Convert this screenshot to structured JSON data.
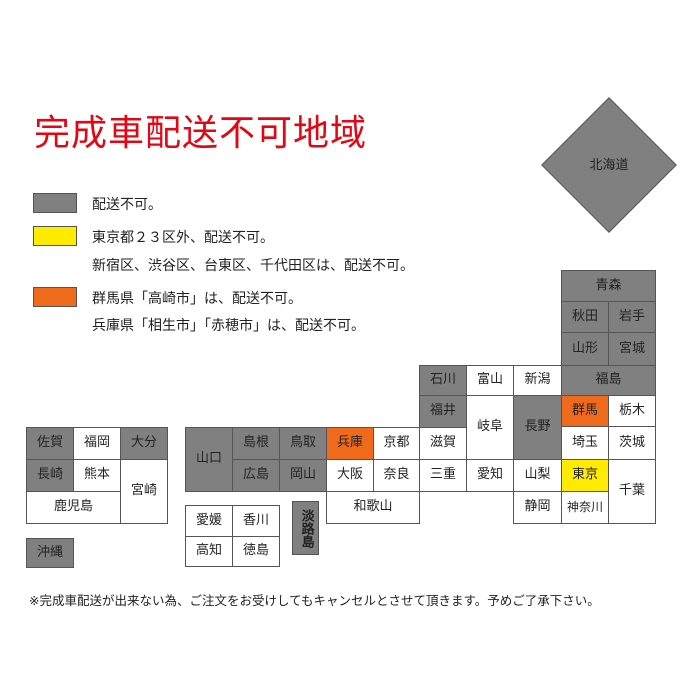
{
  "title": "完成車配送不可地域",
  "colors": {
    "no_delivery": "#808080",
    "tokyo_partial": "#ffeb00",
    "city_partial": "#ef6a1b",
    "title_red": "#e30613"
  },
  "legend": {
    "gray_text": "配送不可。",
    "yellow_line1": "東京都２３区外、配送不可。",
    "yellow_line2": "新宿区、渋谷区、台東区、千代田区は、配送不可。",
    "orange_line1": "群馬県「高崎市」は、配送不可。",
    "orange_line2": "兵庫県「相生市」「赤穂市」は、配送不可。"
  },
  "prefectures": {
    "hokkaido": "北海道",
    "aomori": "青森",
    "akita": "秋田",
    "iwate": "岩手",
    "yamagata": "山形",
    "miyagi": "宮城",
    "fukushima": "福島",
    "niigata": "新潟",
    "toyama": "富山",
    "ishikawa": "石川",
    "fukui": "福井",
    "gifu": "岐阜",
    "nagano": "長野",
    "gunma": "群馬",
    "tochigi": "栃木",
    "saitama": "埼玉",
    "ibaraki": "茨城",
    "tokyo": "東京",
    "chiba": "千葉",
    "kanagawa": "神奈川",
    "yamanashi": "山梨",
    "shizuoka": "静岡",
    "aichi": "愛知",
    "mie": "三重",
    "shiga": "滋賀",
    "kyoto": "京都",
    "nara": "奈良",
    "osaka": "大阪",
    "hyogo": "兵庫",
    "wakayama": "和歌山",
    "tottori": "鳥取",
    "shimane": "島根",
    "okayama": "岡山",
    "hiroshima": "広島",
    "yamaguchi": "山口",
    "awaji": "淡路島",
    "ehime": "愛媛",
    "kagawa": "香川",
    "kochi": "高知",
    "tokushima": "徳島",
    "saga": "佐賀",
    "fukuoka": "福岡",
    "oita": "大分",
    "nagasaki": "長崎",
    "kumamoto": "熊本",
    "miyazaki": "宮崎",
    "kagoshima": "鹿児島",
    "okinawa": "沖縄"
  },
  "footnote": "※完成車配送が出来ない為、ご注文をお受けしてもキャンセルとさせて頂きます。予めご了承下さい。"
}
